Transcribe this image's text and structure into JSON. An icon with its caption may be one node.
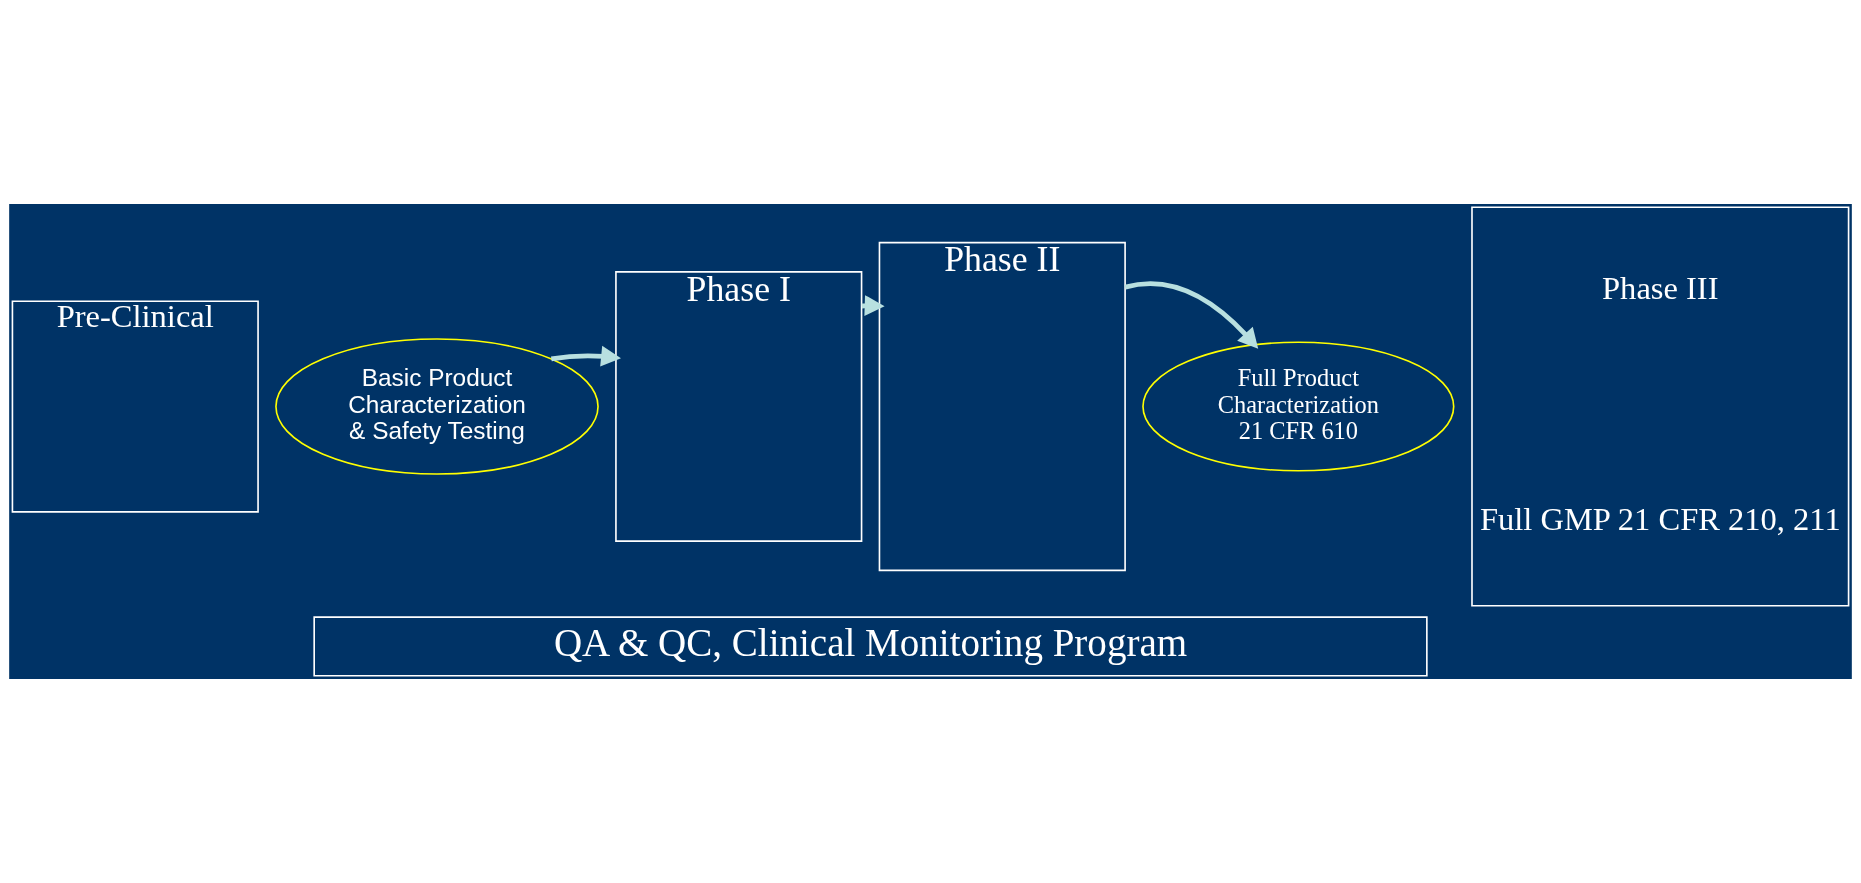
{
  "diagram": {
    "nodes": [
      {
        "text": [
          "Pre-Clinical"
        ]
      },
      {
        "text": [
          "Basic Product Characterization & Safety Testing"
        ]
      },
      {
        "text": [
          "Phase I"
        ]
      },
      {
        "text": [
          "Phase II"
        ]
      },
      {
        "text": [
          "Phase III",
          "Full GMP 21 CFR 210, 211"
        ]
      },
      {
        "text": [
          "Full Product Characterization 21 CFR 610"
        ]
      },
      {
        "text": [
          "QA & QC, Clinical Monitoring Program"
        ]
      }
    ],
    "edges": [
      {
        "from": 1,
        "to": 2,
        "arrow": "to"
      },
      {
        "from": 2,
        "to": 3,
        "arrow": "to"
      },
      {
        "from": 3,
        "to": 5,
        "arrow": "to"
      }
    ]
  }
}
